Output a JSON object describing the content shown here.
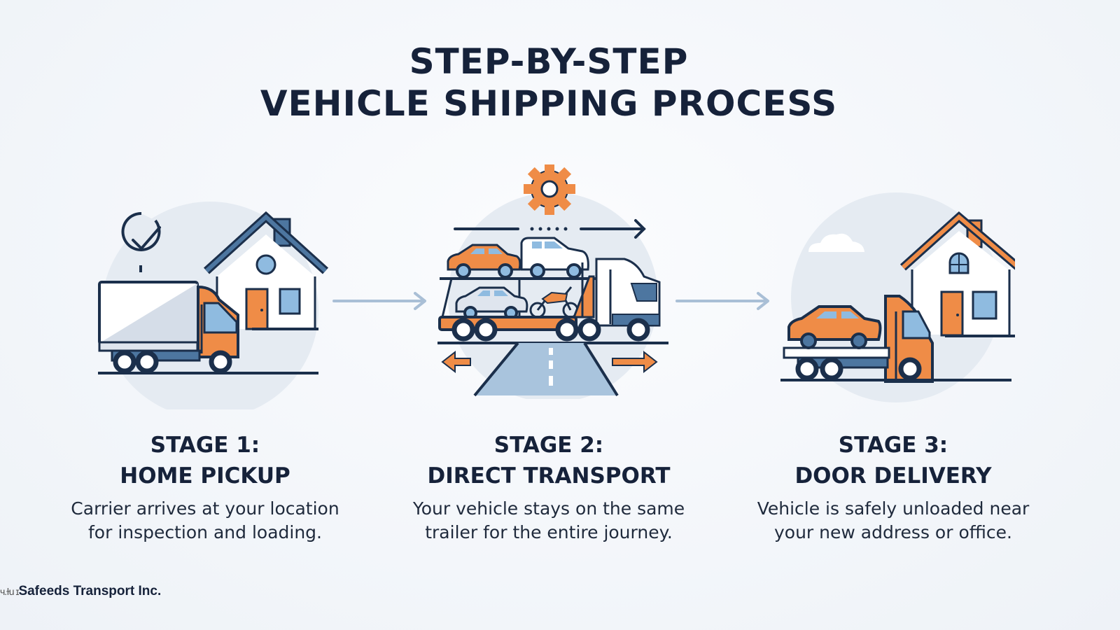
{
  "title": {
    "line1": "STEP-BY-STEP",
    "line2": "VEHICLE SHIPPING PROCESS"
  },
  "colors": {
    "navy": "#1b2f4b",
    "orange": "#ef8c47",
    "light_blue": "#8fbbe0",
    "circle_bg": "#e6ecf3",
    "arrow": "#a9bfd6"
  },
  "stages": [
    {
      "heading_line1": "STAGE 1:",
      "heading_line2": "HOME PICKUP",
      "desc_line1": "Carrier arrives at your location",
      "desc_line2": "for inspection and loading.",
      "icons": [
        "checkmark-circle-icon",
        "house-icon",
        "box-truck-icon"
      ]
    },
    {
      "heading_line1": "STAGE 2:",
      "heading_line2": "DIRECT TRANSPORT",
      "desc_line1": "Your vehicle stays on the same",
      "desc_line2": "trailer for the entire journey.",
      "icons": [
        "gear-icon",
        "direction-arrow-icon",
        "car-carrier-truck-icon",
        "road-icon",
        "left-arrow-icon",
        "right-arrow-icon"
      ]
    },
    {
      "heading_line1": "STAGE 3:",
      "heading_line2": "DOOR DELIVERY",
      "desc_line1": "Vehicle is safely unloaded near",
      "desc_line2": "your new address or office.",
      "icons": [
        "cloud-icon",
        "house-icon",
        "flatbed-tow-truck-icon"
      ]
    }
  ],
  "footer": {
    "garbled_prefix": "ч.ɫu ɪ",
    "company": "Safeeds Transport Inc."
  }
}
